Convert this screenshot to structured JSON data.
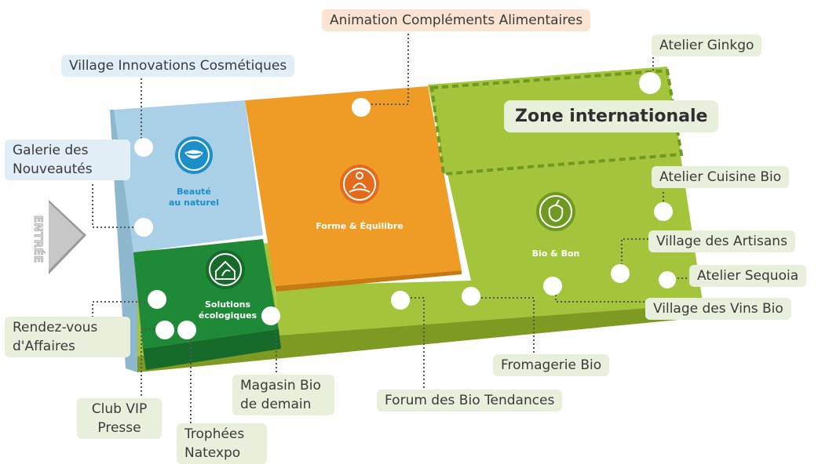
{
  "entrance_label": "ENTRÉE",
  "colors": {
    "beaute": "#a9d0e6",
    "forme": "#ef9c26",
    "solutions": "#1e8a37",
    "bio_bon": "#a3c43b",
    "callout_green": "#e8f0dc",
    "callout_blue": "#e1eef6",
    "callout_peach": "#fbe3d2"
  },
  "zones": {
    "beaute": {
      "line1": "Beauté",
      "line2": "au naturel",
      "icon": "lips-icon"
    },
    "forme": {
      "name": "Forme & Équilibre",
      "icon": "meditation-icon"
    },
    "solutions": {
      "line1": "Solutions",
      "line2": "écologiques",
      "icon": "eco-house-icon"
    },
    "bio_bon": {
      "name": "Bio & Bon",
      "icon": "apple-icon"
    },
    "international": {
      "name": "Zone internationale"
    }
  },
  "labels": {
    "animation": "Animation Compléments Alimentaires",
    "village_cosmetiques": "Village Innovations Cosmétiques",
    "atelier_ginkgo": "Atelier Ginkgo",
    "galerie_line1": "Galerie des",
    "galerie_line2": "Nouveautés",
    "atelier_cuisine": "Atelier Cuisine Bio",
    "village_artisans": "Village des Artisans",
    "atelier_sequoia": "Atelier Sequoia",
    "village_vins": "Village des Vins Bio",
    "fromagerie": "Fromagerie Bio",
    "forum": "Forum des Bio Tendances",
    "magasin_line1": "Magasin Bio",
    "magasin_line2": "de demain",
    "rendezvous_line1": "Rendez-vous",
    "rendezvous_line2": "d'Affaires",
    "club_line1": "Club VIP",
    "club_line2": "Presse",
    "trophees_line1": "Trophées",
    "trophees_line2": "Natexpo"
  }
}
